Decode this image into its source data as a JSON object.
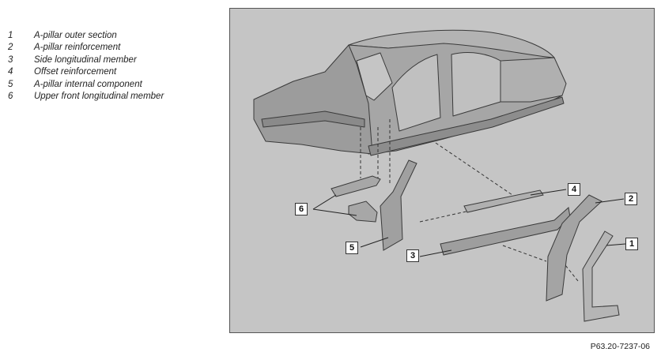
{
  "legend": [
    {
      "num": "1",
      "label": "A-pillar outer section"
    },
    {
      "num": "2",
      "label": "A-pillar reinforcement"
    },
    {
      "num": "3",
      "label": "Side longitudinal member"
    },
    {
      "num": "4",
      "label": "Offset reinforcement"
    },
    {
      "num": "5",
      "label": "A-pillar internal component"
    },
    {
      "num": "6",
      "label": "Upper front longitudinal member"
    }
  ],
  "callouts": {
    "c1": "1",
    "c2": "2",
    "c3": "3",
    "c4": "4",
    "c5": "5",
    "c6": "6"
  },
  "reference_code": "P63.20-7237-06",
  "colors": {
    "panel_background": "#c5c5c5",
    "part_shade": "#a7a7a7",
    "outline": "#3a3a3a"
  }
}
